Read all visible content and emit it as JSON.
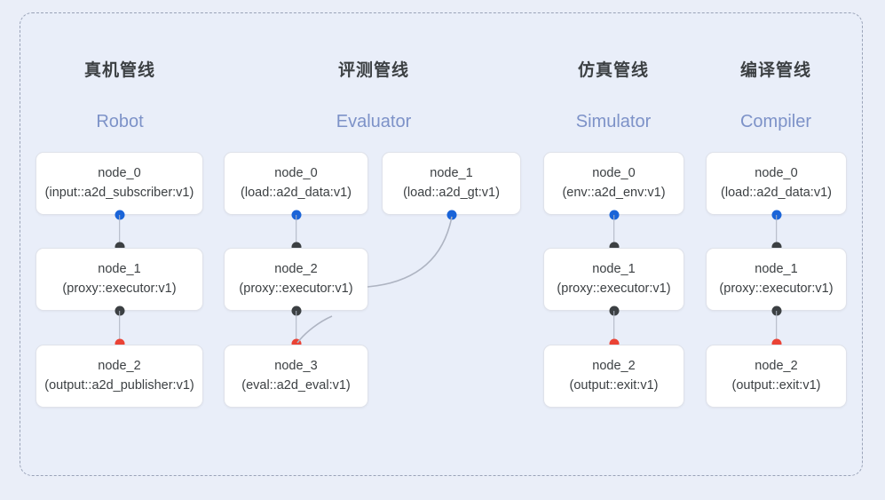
{
  "diagram": {
    "title_visible": false,
    "background_color": "#eaeef8",
    "frame_border_color": "#9aa3b8",
    "colors": {
      "output_port": "#1a64d8",
      "input_port": "#3c4043",
      "terminal_port": "#ea4335",
      "edge": "#aeb4c2",
      "node_text": "#3c4043",
      "title_cn": "#3c4043",
      "title_en": "#7d92c8"
    }
  },
  "columns": [
    {
      "id": "robot",
      "title_cn": "真机管线",
      "title_en": "Robot",
      "nodes": [
        {
          "name": "node_0",
          "type": "(input::a2d_subscriber:v1)"
        },
        {
          "name": "node_1",
          "type": "(proxy::executor:v1)"
        },
        {
          "name": "node_2",
          "type": "(output::a2d_publisher:v1)"
        }
      ]
    },
    {
      "id": "evaluator",
      "title_cn": "评测管线",
      "title_en": "Evaluator",
      "nodes": [
        {
          "name": "node_0",
          "type": "(load::a2d_data:v1)"
        },
        {
          "name": "node_1",
          "type": "(load::a2d_gt:v1)"
        },
        {
          "name": "node_2",
          "type": "(proxy::executor:v1)"
        },
        {
          "name": "node_3",
          "type": "(eval::a2d_eval:v1)"
        }
      ]
    },
    {
      "id": "simulator",
      "title_cn": "仿真管线",
      "title_en": "Simulator",
      "nodes": [
        {
          "name": "node_0",
          "type": "(env::a2d_env:v1)"
        },
        {
          "name": "node_1",
          "type": "(proxy::executor:v1)"
        },
        {
          "name": "node_2",
          "type": "(output::exit:v1)"
        }
      ]
    },
    {
      "id": "compiler",
      "title_cn": "编译管线",
      "title_en": "Compiler",
      "nodes": [
        {
          "name": "node_0",
          "type": "(load::a2d_data:v1)"
        },
        {
          "name": "node_1",
          "type": "(proxy::executor:v1)"
        },
        {
          "name": "node_2",
          "type": "(output::exit:v1)"
        }
      ]
    }
  ]
}
